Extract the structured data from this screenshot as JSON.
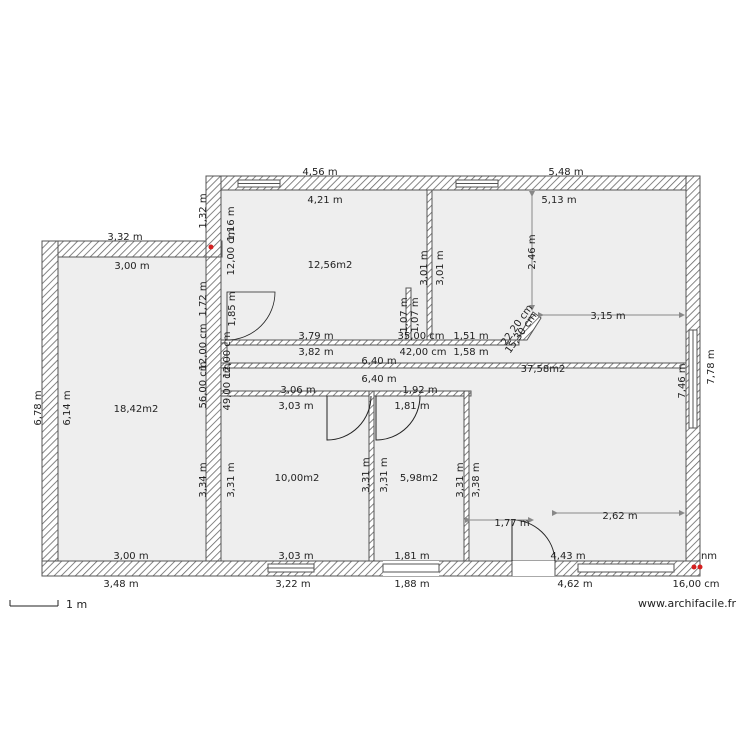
{
  "rooms": [
    {
      "id": "left",
      "area": "18,42m2"
    },
    {
      "id": "top-center",
      "area": "12,56m2"
    },
    {
      "id": "center",
      "area": "10,00m2"
    },
    {
      "id": "small",
      "area": "5,98m2"
    },
    {
      "id": "big-right",
      "area": "37,58m2"
    }
  ],
  "dimensions": [
    {
      "id": "d1",
      "text": "4,56 m"
    },
    {
      "id": "d2",
      "text": "5,48 m"
    },
    {
      "id": "d3",
      "text": "4,21 m"
    },
    {
      "id": "d4",
      "text": "5,13 m"
    },
    {
      "id": "d5",
      "text": "3,32 m"
    },
    {
      "id": "d6",
      "text": "3,00 m"
    },
    {
      "id": "d7",
      "text": "1,32 m"
    },
    {
      "id": "d8",
      "text": "1,16 m"
    },
    {
      "id": "d9",
      "text": "12,00 cm"
    },
    {
      "id": "d10",
      "text": "2,46 m"
    },
    {
      "id": "d11",
      "text": "3,01 m"
    },
    {
      "id": "d12",
      "text": "3,01 m"
    },
    {
      "id": "d13",
      "text": "1,72 m"
    },
    {
      "id": "d14",
      "text": "1,85 m"
    },
    {
      "id": "d15",
      "text": "1,07 m"
    },
    {
      "id": "d16",
      "text": "1,07 m"
    },
    {
      "id": "d17",
      "text": "3,79 m"
    },
    {
      "id": "d18",
      "text": "35,00 cm"
    },
    {
      "id": "d19",
      "text": "1,51 m"
    },
    {
      "id": "d20",
      "text": "22,20 cm"
    },
    {
      "id": "d21",
      "text": "3,15 m"
    },
    {
      "id": "d22",
      "text": "3,82 m"
    },
    {
      "id": "d23",
      "text": "42,00 cm"
    },
    {
      "id": "d24",
      "text": "1,58 m"
    },
    {
      "id": "d25",
      "text": "15,30 cm"
    },
    {
      "id": "d26",
      "text": "6,40 m"
    },
    {
      "id": "d27",
      "text": "6,40 m"
    },
    {
      "id": "d28",
      "text": "12,00 cm"
    },
    {
      "id": "d29",
      "text": "12,00 cm"
    },
    {
      "id": "d30",
      "text": "56,00 cm"
    },
    {
      "id": "d31",
      "text": "49,00 cm"
    },
    {
      "id": "d32",
      "text": "3,06 m"
    },
    {
      "id": "d33",
      "text": "1,92 m"
    },
    {
      "id": "d34",
      "text": "3,03 m"
    },
    {
      "id": "d35",
      "text": "1,81 m"
    },
    {
      "id": "d36",
      "text": "6,78 m"
    },
    {
      "id": "d37",
      "text": "6,14 m"
    },
    {
      "id": "d38",
      "text": "7,46 m"
    },
    {
      "id": "d39",
      "text": "7,78 m"
    },
    {
      "id": "d40",
      "text": "3,34 m"
    },
    {
      "id": "d41",
      "text": "3,31 m"
    },
    {
      "id": "d42",
      "text": "3,31 m"
    },
    {
      "id": "d43",
      "text": "3,31 m"
    },
    {
      "id": "d44",
      "text": "3,31 m"
    },
    {
      "id": "d45",
      "text": "3,38 m"
    },
    {
      "id": "d46",
      "text": "1,77 m"
    },
    {
      "id": "d47",
      "text": "2,62 m"
    },
    {
      "id": "d48",
      "text": "3,00 m"
    },
    {
      "id": "d49",
      "text": "3,03 m"
    },
    {
      "id": "d50",
      "text": "1,81 m"
    },
    {
      "id": "d51",
      "text": "4,43 m"
    },
    {
      "id": "d52",
      "text": "3,48 m"
    },
    {
      "id": "d53",
      "text": "3,22 m"
    },
    {
      "id": "d54",
      "text": "1,88 m"
    },
    {
      "id": "d55",
      "text": "4,62 m"
    },
    {
      "id": "d56",
      "text": "16,00 cm"
    },
    {
      "id": "d57",
      "text": "nm"
    }
  ],
  "scale_label": "1 m",
  "watermark": "www.archifacile.fr",
  "colors": {
    "floor": "#eeeeee",
    "wall": "#555555",
    "hatch": "#666666",
    "dimline": "#888888",
    "marker": "#d42020"
  }
}
